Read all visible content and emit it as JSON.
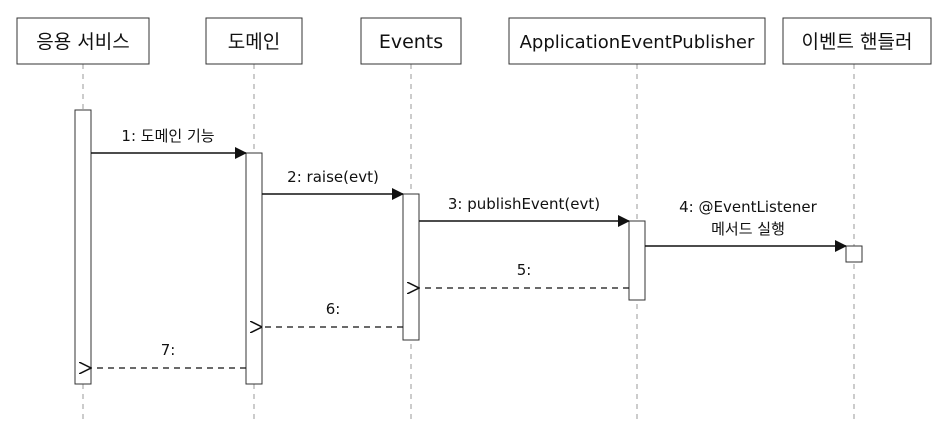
{
  "participants": [
    {
      "label": "응용 서비스"
    },
    {
      "label": "도메인"
    },
    {
      "label": "Events"
    },
    {
      "label": "ApplicationEventPublisher"
    },
    {
      "label": "이벤트 핸들러"
    }
  ],
  "messages": [
    {
      "label": "1: 도메인 기능",
      "from": 0,
      "to": 1,
      "kind": "call"
    },
    {
      "label": "2: raise(evt)",
      "from": 1,
      "to": 2,
      "kind": "call"
    },
    {
      "label": "3: publishEvent(evt)",
      "from": 2,
      "to": 3,
      "kind": "call"
    },
    {
      "label_line1": "4: @EventListener",
      "label_line2": "메서드 실행",
      "from": 3,
      "to": 4,
      "kind": "call"
    },
    {
      "label": "5:",
      "from": 3,
      "to": 2,
      "kind": "return"
    },
    {
      "label": "6:",
      "from": 2,
      "to": 1,
      "kind": "return"
    },
    {
      "label": "7:",
      "from": 1,
      "to": 0,
      "kind": "return"
    }
  ]
}
